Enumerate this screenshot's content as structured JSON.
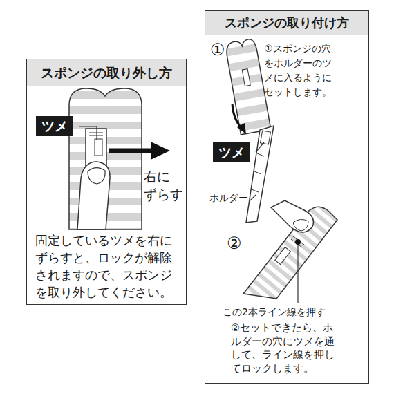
{
  "diagram": {
    "nodes": [
      {
        "text": [
          "スポンジの取り外し方",
          "固定しているツメを右にずらすと、ロックが解除されますので、スポンジを取り外してください。"
        ]
      },
      {
        "text": [
          "ツメ"
        ],
        "in": 0
      },
      {
        "text": [
          "スポンジの取り付け方"
        ]
      },
      {
        "text": [
          "ツメ"
        ],
        "in": 2
      }
    ],
    "labels": [
      "右に ずらす",
      "①",
      "①スポンジの穴をホルダーのツメに入るようにセットします。",
      "ホルダー",
      "②",
      "この2本ライン線を押す",
      "②セットできたら、ホルダーの穴にツメを通して、ライン線を押してロックします。"
    ]
  }
}
